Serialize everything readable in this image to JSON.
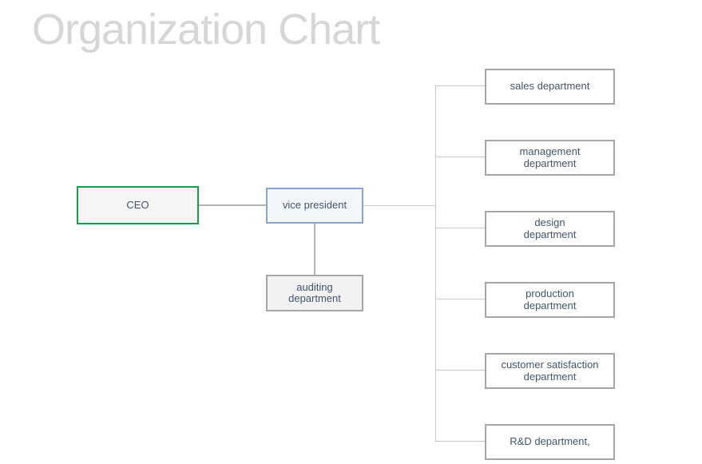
{
  "title": "Organization Chart",
  "colors": {
    "title_text": "#d6d6d6",
    "node_text": "#44546a",
    "ceo_border": "#189d4b",
    "vice_president_border": "#8ca3cd",
    "department_border": "#a6a6a6",
    "connector_light": "#c8c8c8",
    "connector_dark": "#b2b5b8"
  },
  "nodes": {
    "ceo": {
      "label": "CEO"
    },
    "vice_president": {
      "label": "vice president"
    },
    "auditing": {
      "label": "auditing\ndepartment"
    }
  },
  "departments": [
    {
      "label": "sales department"
    },
    {
      "label": "management\ndepartment"
    },
    {
      "label": "design\ndepartment"
    },
    {
      "label": "production\ndepartment"
    },
    {
      "label": "customer satisfaction\ndepartment"
    },
    {
      "label": "R&D department,"
    }
  ]
}
